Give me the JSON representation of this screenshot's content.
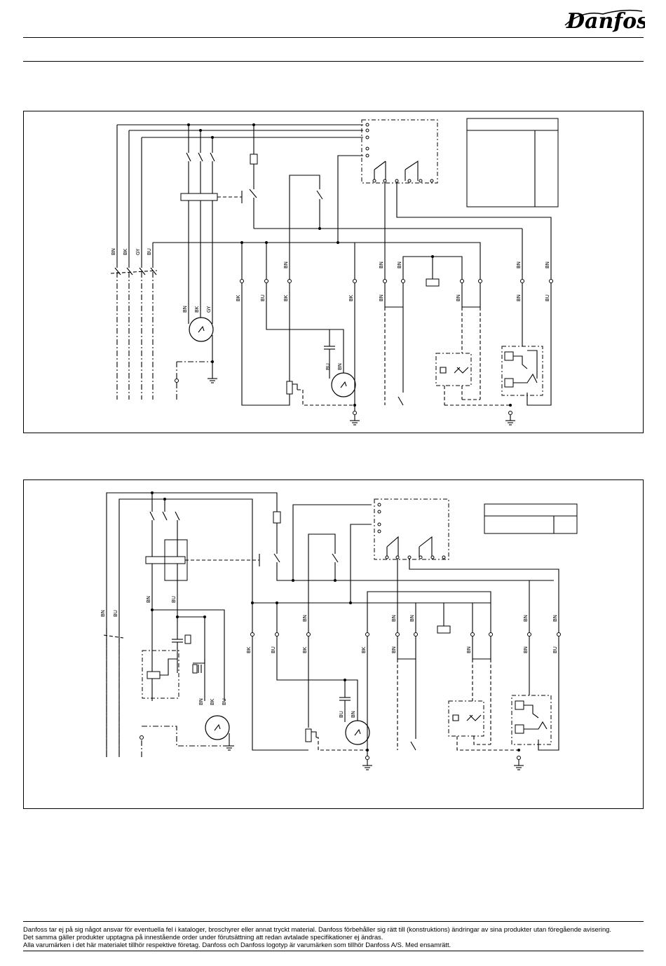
{
  "brand": {
    "logo_text": "Danfoss"
  },
  "diagram1": {
    "labels": {
      "bus_bn": "BN",
      "bus_bk": "BK",
      "bus_gy": "GY",
      "bus_bu": "BU",
      "m1_bn": "BN",
      "m1_bk": "BK",
      "m1_gy": "GY",
      "t1_bk": "BK",
      "t2_bu": "BU",
      "t3_bn": "BN",
      "t3_bk": "BK",
      "t4_bk": "BK",
      "t5_bn": "BN",
      "t5_bn2": "BN",
      "t6_bn": "BN",
      "t6_bn2": "BN",
      "t7_bn": "BN",
      "t7_bn2": "BN",
      "t8_bn": "BN",
      "t8_bu": "BU",
      "m2_bu": "BU",
      "m2_bn": "BN"
    }
  },
  "diagram2": {
    "labels": {
      "bus_bn": "BN",
      "bus_bu": "BU",
      "m1_bn_top": "BN",
      "m1_bu_top": "BU",
      "m1_bn": "BN",
      "m1_bk": "BK",
      "m1_bu": "BU",
      "t1_bk": "BK",
      "t2_bu": "BU",
      "t3_bn": "BN",
      "t3_bk": "BK",
      "t4_bk": "BK",
      "t5_bn": "BN",
      "t5_bn2": "BN",
      "t6_bn": "BN",
      "t6_bn2": "BN",
      "t7_bn": "BN",
      "t7_bn2": "BN",
      "t8_bn": "BN",
      "t8_bu": "BU",
      "m2_bu": "BU",
      "m2_bn": "BN"
    }
  },
  "footer": {
    "line1": "Danfoss tar ej på sig något ansvar för eventuella fel i kataloger, broschyrer eller annat tryckt material. Danfoss förbehåller sig rätt till (konstruktions) ändringar av sina produkter utan föregående avisering.",
    "line2": "Det samma gäller produkter upptagna på innestående order under förutsättning att redan avtalade specifikationer ej ändras.",
    "line3": "Alla varumärken i det här materialet tillhör respektive företag. Danfoss och Danfoss logotyp är varumärken som tillhör Danfoss A/S. Med ensamrätt."
  }
}
